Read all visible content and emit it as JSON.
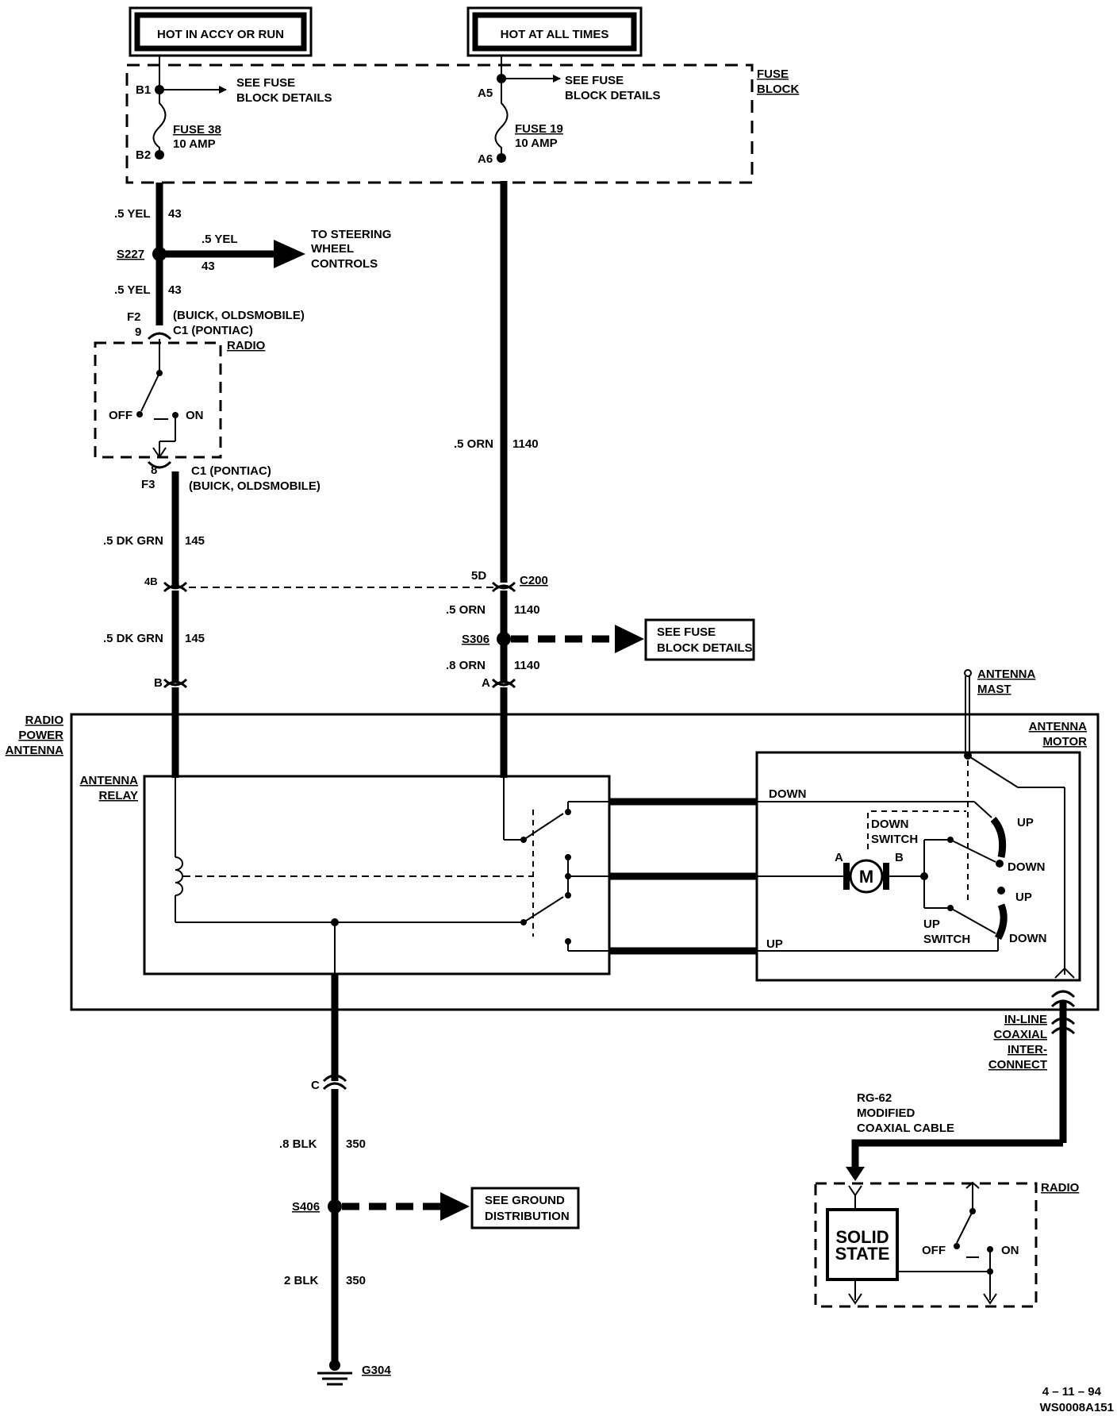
{
  "power_sources": {
    "accy_run": "HOT IN ACCY OR RUN",
    "all_times": "HOT AT ALL TIMES"
  },
  "fuse_block": {
    "label_line1": "FUSE",
    "label_line2": "BLOCK",
    "left": {
      "pin_top": "B1",
      "pin_bottom": "B2",
      "see_line1": "SEE FUSE",
      "see_line2": "BLOCK DETAILS",
      "fuse_name": "FUSE 38",
      "fuse_rating": "10 AMP"
    },
    "right": {
      "pin_top": "A5",
      "pin_bottom": "A6",
      "see_line1": "SEE FUSE",
      "see_line2": "BLOCK DETAILS",
      "fuse_name": "FUSE 19",
      "fuse_rating": "10 AMP"
    }
  },
  "left_circuit": {
    "wire_a_size": ".5 YEL",
    "wire_a_num": "43",
    "splice": "S227",
    "branch_size": ".5 YEL",
    "branch_num": "43",
    "branch_dest_1": "TO STEERING",
    "branch_dest_2": "WHEEL",
    "branch_dest_3": "CONTROLS",
    "wire_b_size": ".5 YEL",
    "wire_b_num": "43",
    "conn_top_f": "F2",
    "conn_top_pin": "9",
    "conn_top_note1": "(BUICK,  OLDSMOBILE)",
    "conn_top_note2": "C1  (PONTIAC)",
    "radio_label": "RADIO",
    "switch_off": "OFF",
    "switch_on": "ON",
    "conn_bot_pin": "8",
    "conn_bot_f": "F3",
    "conn_bot_note1": "C1  (PONTIAC)",
    "conn_bot_note2": "(BUICK,  OLDSMOBILE)",
    "wire_c_size": ".5 DK GRN",
    "wire_c_num": "145",
    "c200_pin": "4B",
    "wire_d_size": ".5 DK GRN",
    "wire_d_num": "145",
    "antenna_pin": "B"
  },
  "right_circuit": {
    "wire_a_size": ".5 ORN",
    "wire_a_num": "1140",
    "c200_pin": "5D",
    "c200_name": "C200",
    "wire_b_size": ".5  ORN",
    "wire_b_num": "1140",
    "splice": "S306",
    "see_line1": "SEE  FUSE",
    "see_line2": "BLOCK  DETAILS",
    "wire_c_size": ".8  ORN",
    "wire_c_num": "1140",
    "antenna_pin": "A"
  },
  "antenna": {
    "label_line1": "RADIO",
    "label_line2": "POWER",
    "label_line3": "ANTENNA",
    "relay_line1": "ANTENNA",
    "relay_line2": "RELAY",
    "motor_line1": "ANTENNA",
    "motor_line2": "MOTOR",
    "mast_line1": "ANTENNA",
    "mast_line2": "MAST",
    "down": "DOWN",
    "up": "UP",
    "down_switch_1": "DOWN",
    "down_switch_2": "SWITCH",
    "up_switch_1": "UP",
    "up_switch_2": "SWITCH",
    "motor_a": "A",
    "motor_b": "B",
    "motor_m": "M",
    "sw1_up": "UP",
    "sw1_down": "DOWN",
    "sw2_up": "UP",
    "sw2_down": "DOWN"
  },
  "ground_circuit": {
    "conn_pin": "C",
    "wire_a_size": ".8  BLK",
    "wire_a_num": "350",
    "splice": "S406",
    "see_line1": "SEE GROUND",
    "see_line2": "DISTRIBUTION",
    "wire_b_size": "2  BLK",
    "wire_b_num": "350",
    "ground": "G304"
  },
  "coax": {
    "inline_1": "IN-LINE",
    "inline_2": "COAXIAL",
    "inline_3": "INTER-",
    "inline_4": "CONNECT",
    "cable_1": "RG-62",
    "cable_2": "MODIFIED",
    "cable_3": "COAXIAL CABLE",
    "radio_label": "RADIO",
    "solid_1": "SOLID",
    "solid_2": "STATE",
    "switch_off": "OFF",
    "switch_on": "ON"
  },
  "footer": {
    "date": "4 – 11 – 94",
    "code": "WS0008A151"
  }
}
